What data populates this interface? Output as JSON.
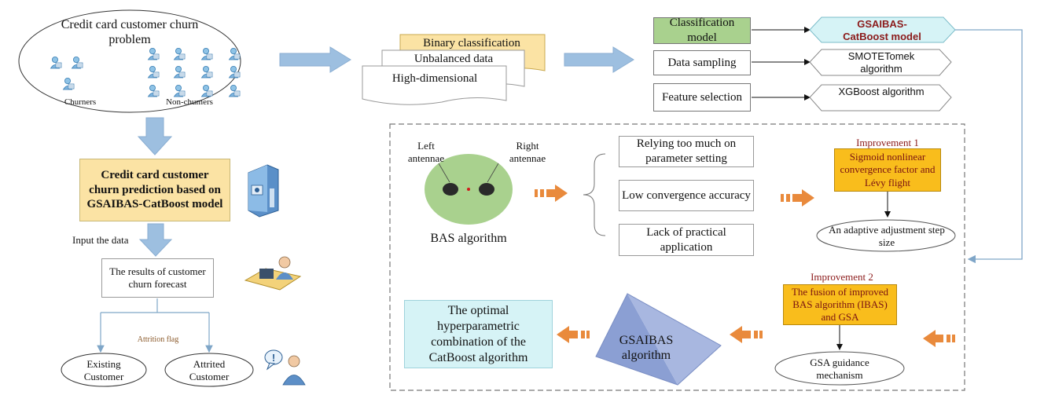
{
  "problem": {
    "title": "Credit card customer churn problem",
    "churners_label": "Churners",
    "nonchurners_label": "Non-chumers"
  },
  "data_issues": [
    "Binary classification",
    "Unbalanced data",
    "High-dimensional"
  ],
  "methods": [
    {
      "issue": "Classification model",
      "solution": "GSAIBAS-CatBoost model"
    },
    {
      "issue": "Data sampling",
      "solution": "SMOTETomek algorithm"
    },
    {
      "issue": "Feature selection",
      "solution": "XGBoost algorithm"
    }
  ],
  "prediction_box": "Credit card customer churn prediction based on GSAIBAS-CatBoost model",
  "input_label": "Input the data",
  "results_box": "The results of customer churn forecast",
  "attrition_flag": "Attrition flag",
  "outcomes": [
    "Existing Customer",
    "Attrited Customer"
  ],
  "bas": {
    "left_antennae": "Left antennae",
    "right_antennae": "Right antennae",
    "label": "BAS algorithm"
  },
  "problems": [
    "Relying too much on parameter setting",
    "Low convergence accuracy",
    "Lack of practical application"
  ],
  "improvement1": {
    "title": "Improvement 1",
    "box": "Sigmoid nonlinear convergence factor and Lévy flight",
    "result": "An adaptive adjustment step size"
  },
  "improvement2": {
    "title": "Improvement 2",
    "box": "The fusion of improved BAS algorithm (IBAS) and GSA",
    "result": "GSA guidance mechanism"
  },
  "gsaibas_label": "GSAIBAS algorithm",
  "optimal_box": "The optimal hyperparametric combination of the CatBoost algorithm",
  "colors": {
    "flow_arrow": "#9dbfe0",
    "orange_arrow": "#e98a3c",
    "improvement_fill": "#f9bd1c",
    "prediction_fill": "#fbe3a4",
    "cyan_fill": "#d6f3f6",
    "green_fill": "#a9d18e",
    "pyramid": "#8b9fd3",
    "dark_red": "#8b1a1a"
  }
}
